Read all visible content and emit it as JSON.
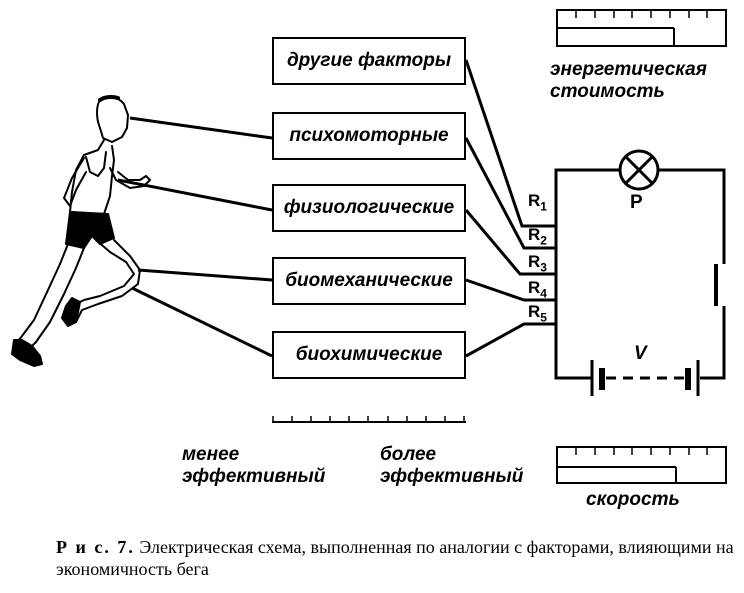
{
  "factors": [
    {
      "label": "другие факторы",
      "resistor": "R",
      "index": "1"
    },
    {
      "label": "психомоторные",
      "resistor": "R",
      "index": "2"
    },
    {
      "label": "физиологические",
      "resistor": "R",
      "index": "3"
    },
    {
      "label": "биомеханические",
      "resistor": "R",
      "index": "4"
    },
    {
      "label": "биохимические",
      "resistor": "R",
      "index": "5"
    }
  ],
  "lamp_label": "P",
  "battery_label": "V",
  "energy_cost": {
    "line1": "энергетическая",
    "line2": "стоимость",
    "level": 0.68
  },
  "speed": {
    "label": "скорость",
    "level": 0.69
  },
  "scale": {
    "left_line1": "менее",
    "left_line2": "эффективный",
    "right_line1": "более",
    "right_line2": "эффективный"
  },
  "caption": {
    "fig": "Р и с. 7.",
    "text": " Электрическая схема, выполненная по аналогии с факторами, влияющими на экономичность бега"
  }
}
